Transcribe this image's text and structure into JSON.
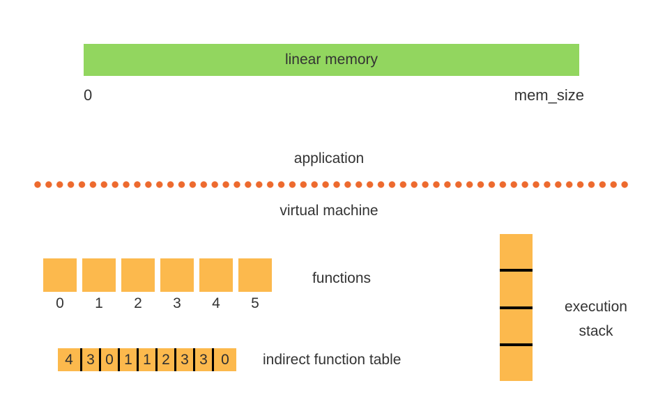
{
  "colors": {
    "green": "#92d65f",
    "orange": "#fcb94d",
    "dot_orange": "#ed6a2e",
    "ink": "#333333",
    "line": "#000000",
    "bg": "#ffffff"
  },
  "linear_memory": {
    "label": "linear memory",
    "start_label": "0",
    "end_label": "mem_size"
  },
  "layers": {
    "application": "application",
    "virtual_machine": "virtual machine"
  },
  "functions": {
    "label": "functions",
    "indices": [
      "0",
      "1",
      "2",
      "3",
      "4",
      "5"
    ]
  },
  "indirect_function_table": {
    "label": "indirect function table",
    "values": [
      "4",
      "3",
      "0",
      "1",
      "1",
      "2",
      "3",
      "3",
      "0"
    ]
  },
  "execution_stack": {
    "label_line1": "execution",
    "label_line2": "stack",
    "segment_count": 4
  }
}
